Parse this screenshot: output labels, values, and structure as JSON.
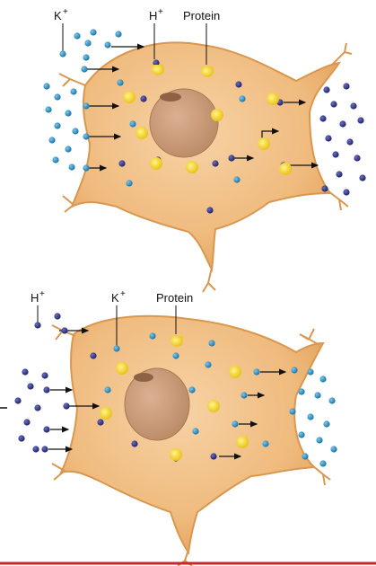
{
  "top_panel": {
    "labels": {
      "potassium": "K",
      "hydrogen": "H",
      "protein": "Protein",
      "charge": "+"
    }
  },
  "bottom_panel": {
    "labels": {
      "hydrogen": "H",
      "potassium": "K",
      "protein": "Protein",
      "charge": "+"
    }
  },
  "colors": {
    "cell_fill": "#f1bf86",
    "cell_outline": "#d9974f",
    "nucleus": "#c99a74",
    "potassium_ion": "#1f8bc4",
    "hydrogen_ion": "#2b2d80",
    "protein": "#f4d20a",
    "divider": "#c8242b"
  }
}
